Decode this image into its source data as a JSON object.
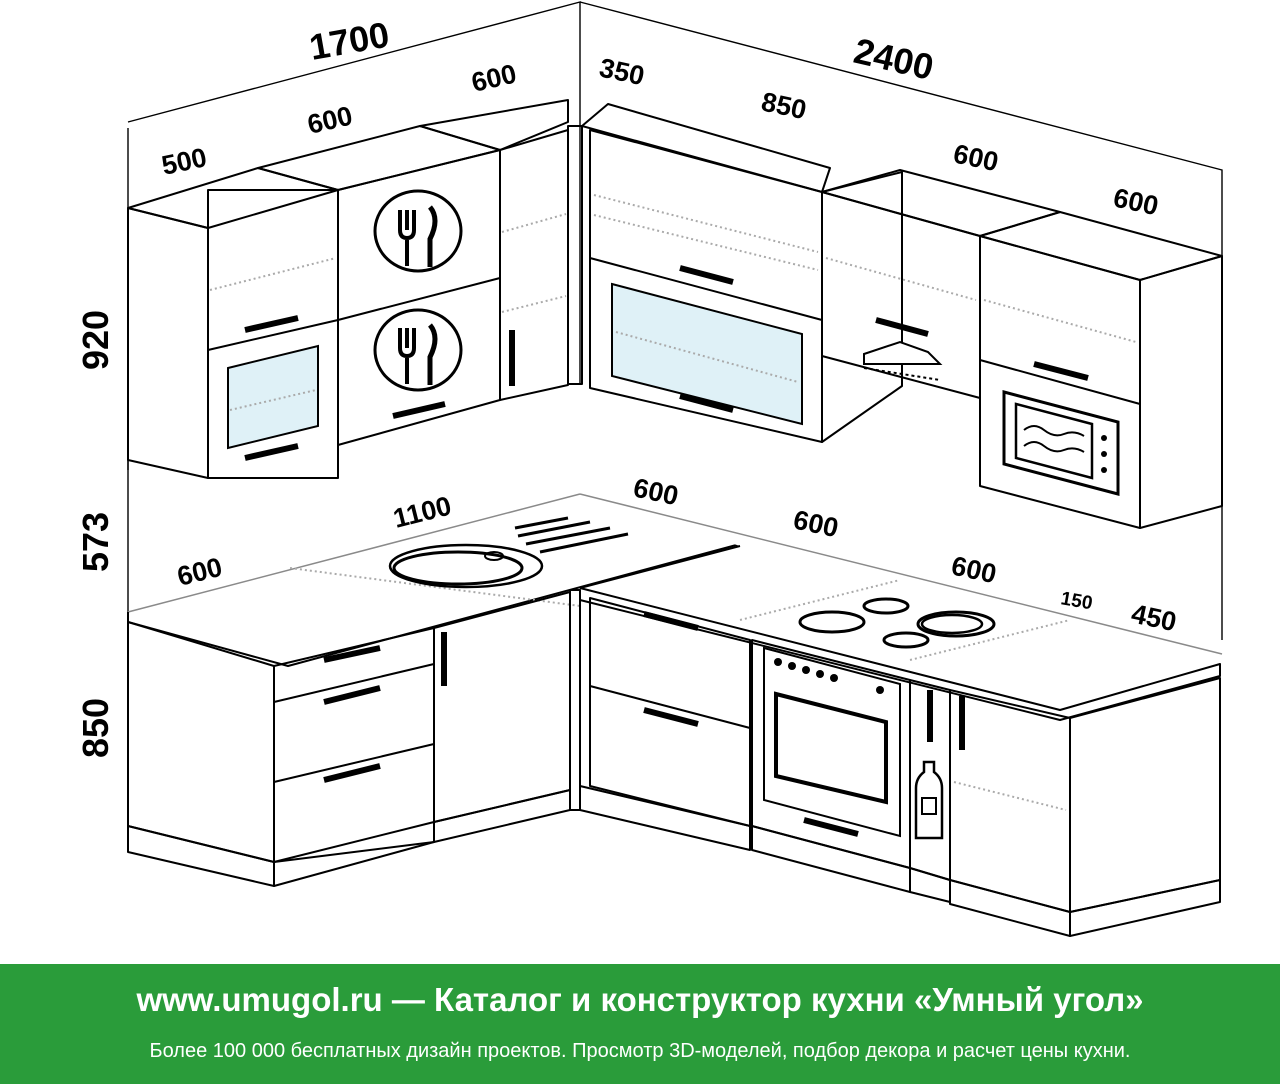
{
  "dimensions": {
    "upper_total_left": "1700",
    "upper_total_right": "2400",
    "upper_left_500": "500",
    "upper_left_600": "600",
    "upper_corner_600": "600",
    "upper_corner_350": "350",
    "upper_right_850": "850",
    "upper_right_600a": "600",
    "upper_right_600b": "600",
    "height_upper": "920",
    "height_gap": "573",
    "height_base": "850",
    "base_left_600": "600",
    "base_left_1100": "1100",
    "base_corner_600": "600",
    "base_right_600a": "600",
    "base_right_600b": "600",
    "base_right_150": "150",
    "base_right_450": "450"
  },
  "banner": {
    "title": "www.umugol.ru — Каталог и конструктор кухни «Умный угол»",
    "subtitle": "Более 100 000 бесплатных дизайн проектов. Просмотр 3D-моделей, подбор декора и расчет цены кухни."
  },
  "colors": {
    "banner_background": "#2a9c3a",
    "banner_text": "#ffffff",
    "glass": "#dff1f7",
    "counter_edge": "#8a8a8a"
  },
  "icons": [
    "fork-knife-icon",
    "range-hood-icon",
    "microwave-icon",
    "sink-icon",
    "cooktop-icon",
    "oven-icon",
    "bottle-icon"
  ]
}
